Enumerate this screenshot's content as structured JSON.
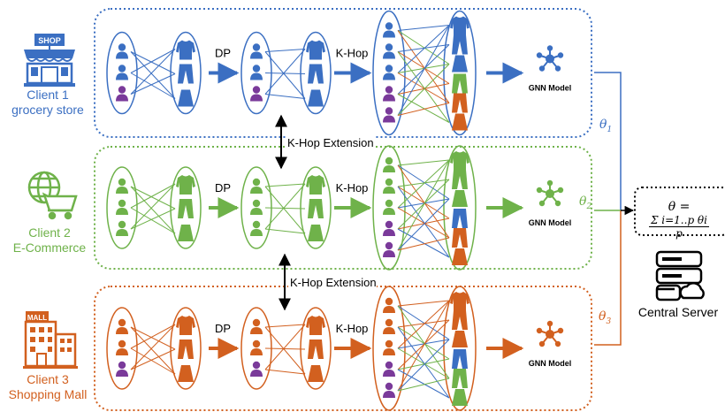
{
  "clients": [
    {
      "id": "client1",
      "line1": "Client 1",
      "line2": "grocery store",
      "color": "#3b6fc2"
    },
    {
      "id": "client2",
      "line1": "Client 2",
      "line2": "E-Commerce",
      "color": "#6fb24a"
    },
    {
      "id": "client3",
      "line1": "Client 3",
      "line2": "Shopping Mall",
      "color": "#d2601f"
    }
  ],
  "labels": {
    "dp": "DP",
    "khop": "K-Hop",
    "gnn": "GNN Model",
    "khop_extension": "K-Hop Extension",
    "central_server": "Central Server",
    "shop_sign": "SHOP",
    "mall_sign": "MALL"
  },
  "params": {
    "theta1_sym": "θ",
    "theta1_sub": "1",
    "theta2_sym": "θ",
    "theta2_sub": "2",
    "theta3_sym": "θ",
    "theta3_sub": "3"
  },
  "formula": {
    "lhs": "θ =",
    "numerator": "Σ i=1..p θi",
    "denominator": "p"
  },
  "colors": {
    "purple": "#7a3a9a",
    "blue": "#3b6fc2",
    "green": "#6fb24a",
    "orange": "#d2601f"
  }
}
